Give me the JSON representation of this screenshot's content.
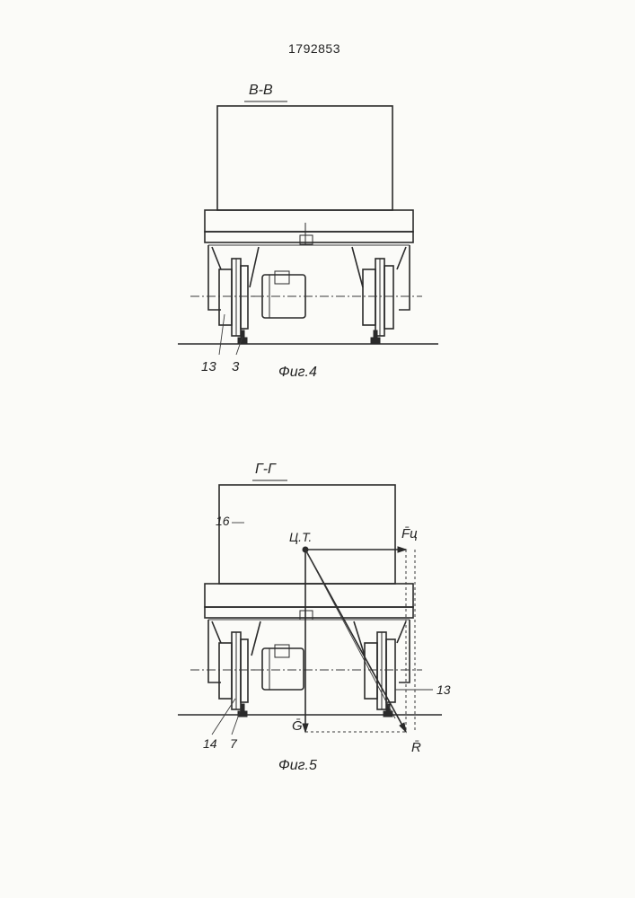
{
  "document": {
    "patent_number": "1792853"
  },
  "figure4": {
    "section_label": "В-В",
    "caption": "Фиг.4",
    "callouts": [
      "13",
      "3"
    ]
  },
  "figure5": {
    "section_label": "Г-Г",
    "caption": "Фиг.5",
    "callouts": [
      "16",
      "14",
      "7",
      "13"
    ],
    "point_label": "Ц.Т.",
    "vector_labels": {
      "centrifugal": "F̄ц",
      "gravity": "Ḡ",
      "resultant": "R̄"
    }
  }
}
